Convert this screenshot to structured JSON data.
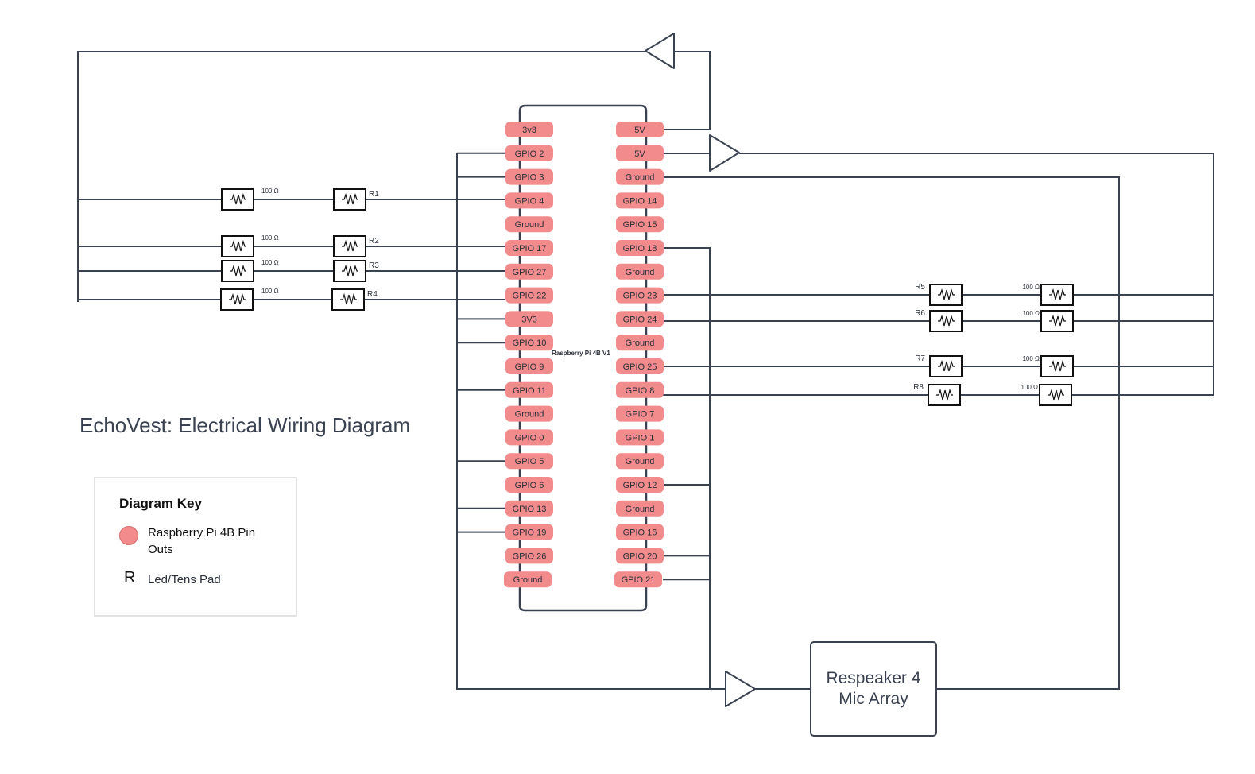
{
  "title": "EchoVest: Electrical Wiring Diagram",
  "board_label": "Raspberry Pi 4B V1",
  "left_pins": [
    "3v3",
    "GPIO 2",
    "GPIO 3",
    "GPIO 4",
    "Ground",
    "GPIO 17",
    "GPIO 27",
    "GPIO 22",
    "3V3",
    "GPIO 10",
    "GPIO 9",
    "GPIO 11",
    "Ground",
    "GPIO 0",
    "GPIO 5",
    "GPIO 6",
    "GPIO 13",
    "GPIO 19",
    "GPIO 26",
    "Ground"
  ],
  "right_pins": [
    "5V",
    "5V",
    "Ground",
    "GPIO 14",
    "GPIO 15",
    "GPIO 18",
    "Ground",
    "GPIO 23",
    "GPIO 24",
    "Ground",
    "GPIO 25",
    "GPIO 8",
    "GPIO 7",
    "GPIO 1",
    "Ground",
    "GPIO 12",
    "Ground",
    "GPIO 16",
    "GPIO 20",
    "GPIO 21"
  ],
  "resistor_value": "100 Ω",
  "left_pads": [
    "R1",
    "R2",
    "R3",
    "R4"
  ],
  "right_pads": [
    "R5",
    "R6",
    "R7",
    "R8"
  ],
  "respeaker_label": "Respeaker 4 Mic Array",
  "key": {
    "title": "Diagram Key",
    "pin_label": "Raspberry Pi 4B Pin Outs",
    "r_symbol": "R",
    "r_label": "Led/Tens Pad"
  },
  "colors": {
    "pin": "#f28b8b",
    "wire": "#3a4150"
  }
}
